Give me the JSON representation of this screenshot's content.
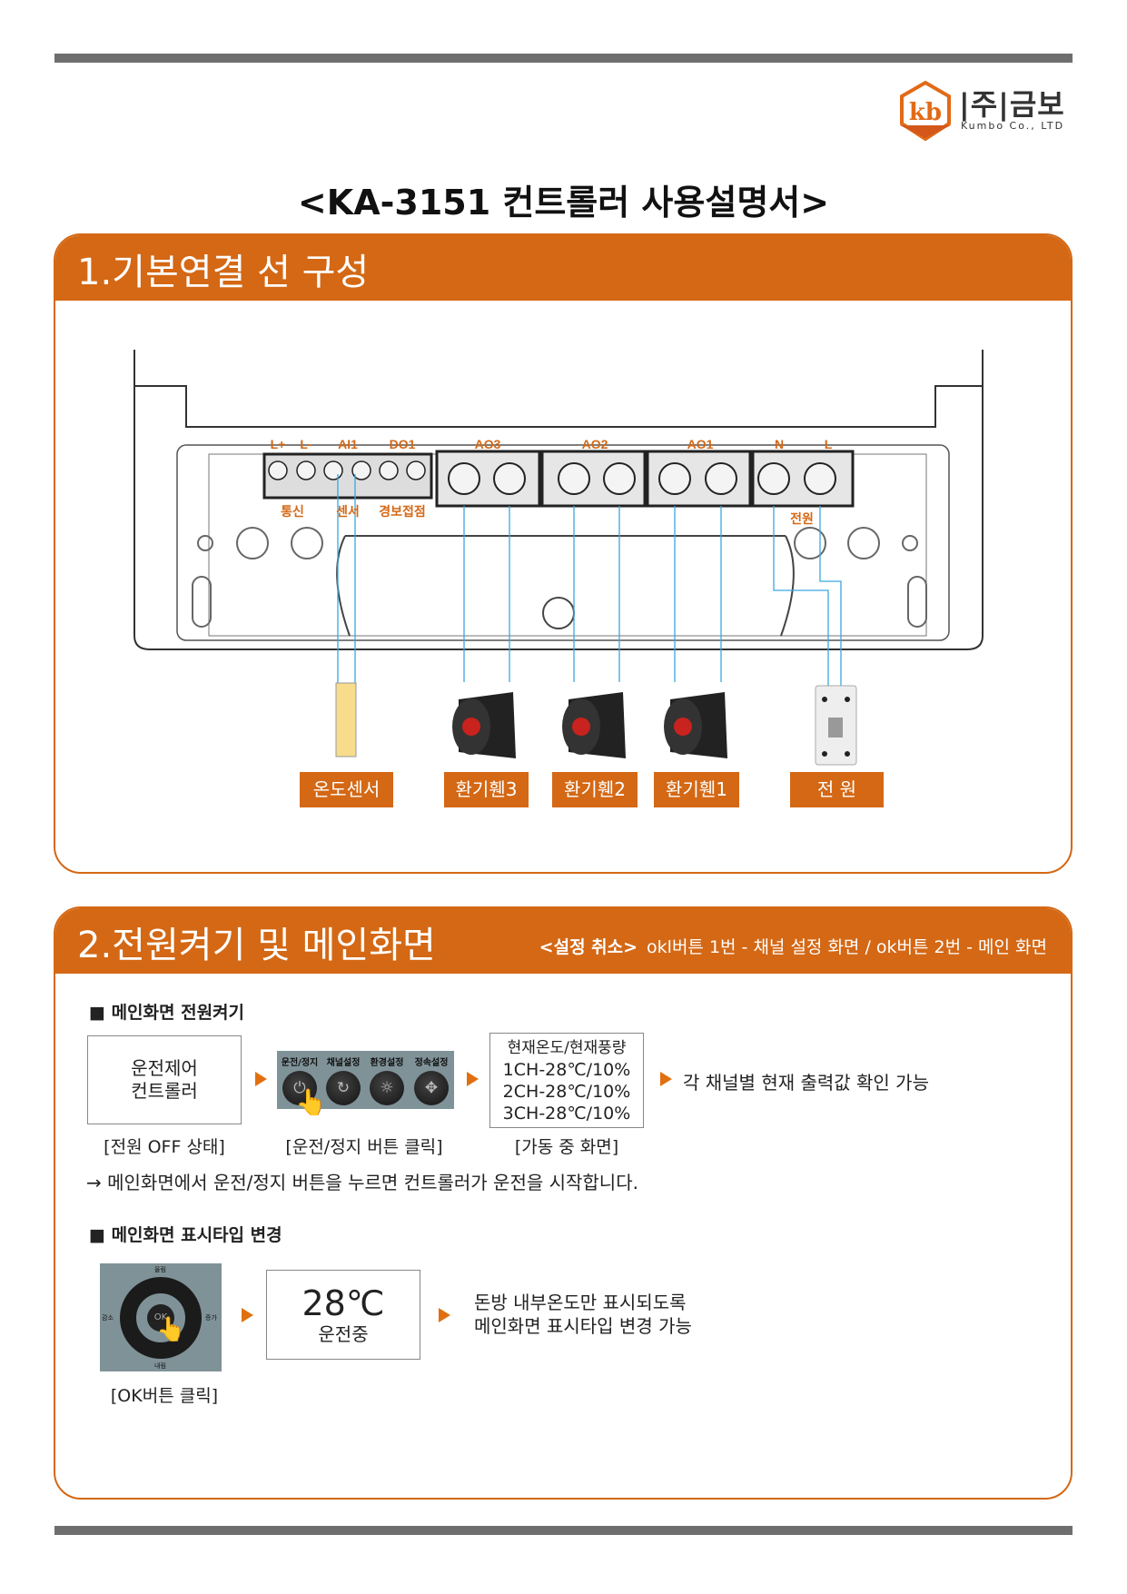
{
  "logo": {
    "company_ko": "|주|금보",
    "company_en": "Kumbo Co., LTD"
  },
  "doc_title": "<KA-3151 컨트롤러 사용설명서>",
  "section1": {
    "title": "1.기본연결 선 구성",
    "terminal_labels": [
      "L+",
      "L-",
      "AI1",
      "DO1",
      "AO3",
      "AO2",
      "AO1",
      "N",
      "L"
    ],
    "group_labels": [
      "통신",
      "센서",
      "경보접점",
      "전원"
    ],
    "devices": [
      "온도센서",
      "환기휀3",
      "환기휀2",
      "환기휀1",
      "전 원"
    ]
  },
  "section2": {
    "title": "2.전원켜기 및 메인화면",
    "note_bold": "<설정 취소>",
    "note_text": "okl버튼 1번 - 채널 설정 화면 / ok버튼 2번 - 메인 화면",
    "part1": {
      "heading": "■ 메인화면 전원켜기",
      "off_box": [
        "운전제어",
        "컨트롤러"
      ],
      "buttons": [
        "운전/정지",
        "채널설정",
        "환경설정",
        "정속설정"
      ],
      "status_box": [
        "현재온도/현재풍량",
        "1CH-28℃/10%",
        "2CH-28℃/10%",
        "3CH-28℃/10%"
      ],
      "result": "각 채널별 현재 출력값 확인 가능",
      "captions": [
        "[전원 OFF 상태]",
        "[운전/정지 버튼 클릭]",
        "[가동 중 화면]"
      ],
      "note": "→ 메인화면에서 운전/정지 버튼을 누르면 컨트롤러가 운전을 시작합니다."
    },
    "part2": {
      "heading": "■ 메인화면 표시타입 변경",
      "pad_labels": [
        "올림",
        "감소",
        "증가",
        "내림"
      ],
      "display_temp": "28℃",
      "display_state": "운전중",
      "result": [
        "돈방 내부온도만 표시되도록",
        "메인화면 표시타입 변경 가능"
      ],
      "caption": "[OK버튼 클릭]"
    }
  },
  "colors": {
    "accent": "#D46815",
    "bar": "#6e6e6e",
    "wire": "#3aa8e0"
  }
}
